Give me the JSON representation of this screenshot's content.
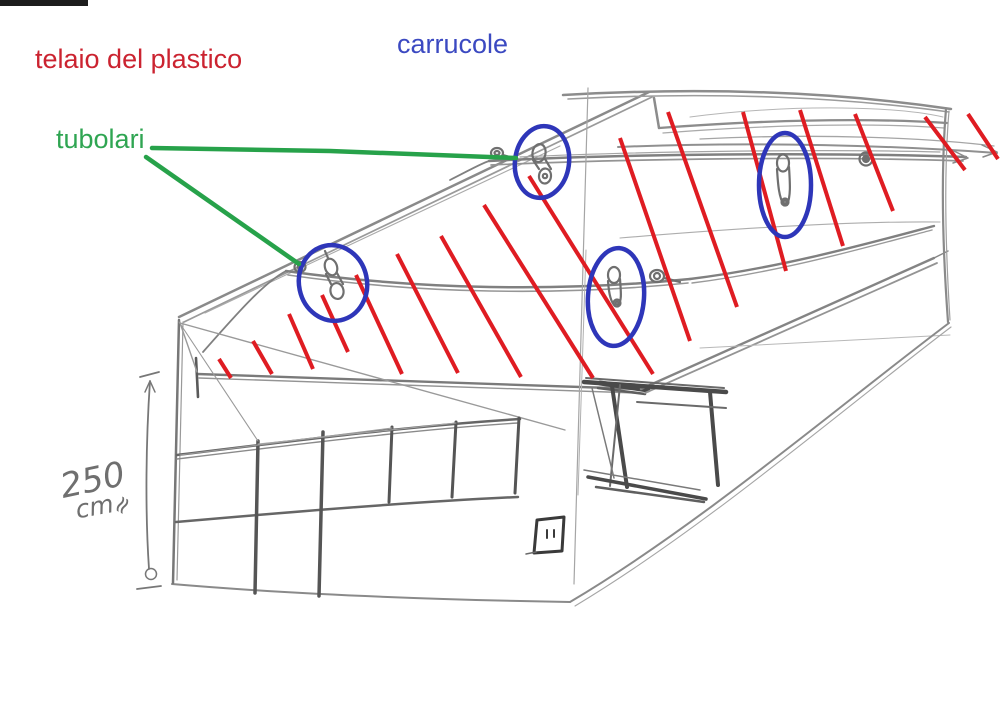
{
  "image": {
    "type": "hand-drawn pencil sketch with colored annotations",
    "subject": "long stall / greenhouse structure with sliding plastic-cover frame and pulleys",
    "background": "#ffffff"
  },
  "annotations": {
    "telaio_label": "telaio del plastico",
    "carrucole_label": "carrucole",
    "tubolari_label": "tubolari"
  },
  "dimension": {
    "value": "250",
    "unit": "cm",
    "approx": "≈",
    "full": "250 cm ≈"
  },
  "colors": {
    "paper": "#ffffff",
    "red": "#df1c22",
    "red_text": "#cb2330",
    "blue": "#2e36b9",
    "blue_text": "#3b49c1",
    "green": "#27a24a",
    "green_text": "#2fa552",
    "pencil": "#8a8a8a",
    "pencil_dark": "#4a4a4a"
  },
  "elements": {
    "plastic_frame_lines_count": 16,
    "circled_pulleys_count": 4,
    "small_pulley_glyphs_count": 9,
    "tubolari_leader_lines_count": 2
  }
}
